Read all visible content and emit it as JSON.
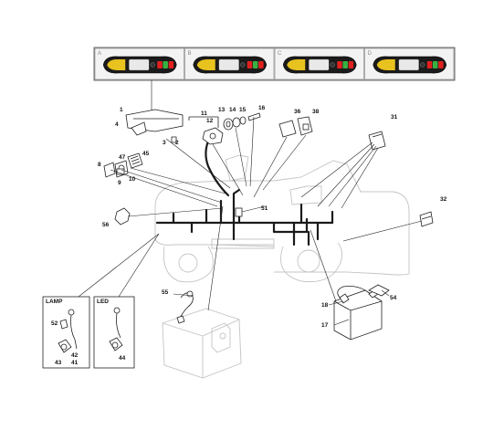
{
  "panels": [
    {
      "variant": "A",
      "left_color": "#e8c21e",
      "right_colors": [
        "#e02020",
        "#38b040",
        "#e02020"
      ]
    },
    {
      "variant": "B",
      "left_color": "#e8c21e",
      "right_colors": [
        "#e02020",
        "#38b040",
        "#e02020"
      ]
    },
    {
      "variant": "C",
      "left_color": "#e8c21e",
      "right_colors": [
        "#e02020",
        "#38b040",
        "#e02020"
      ]
    },
    {
      "variant": "D",
      "left_color": "#e8c21e",
      "right_colors": [
        "#e02020",
        "#38b040",
        "#e02020"
      ]
    }
  ],
  "lamp_box": {
    "title": "LAMP"
  },
  "led_box": {
    "title": "LED"
  },
  "part_numbers": [
    "1",
    "2",
    "3",
    "4",
    "8",
    "9",
    "10",
    "11",
    "12",
    "13",
    "14",
    "15",
    "16",
    "17",
    "18",
    "31",
    "32",
    "36",
    "38",
    "41",
    "42",
    "43",
    "44",
    "45",
    "47",
    "51",
    "52",
    "54",
    "55",
    "56"
  ],
  "colors": {
    "harness": "#1a1a1a",
    "ghost": "#c4c4c4",
    "display": "#1b1b1b"
  }
}
